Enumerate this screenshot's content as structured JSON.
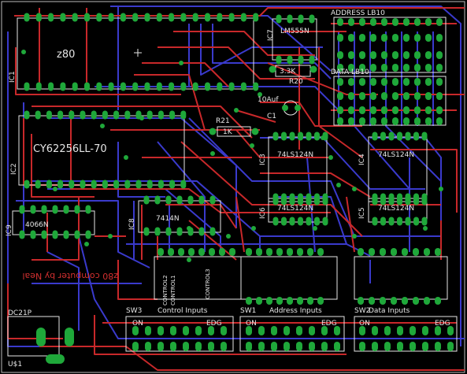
{
  "colors": {
    "top": "#c8282a",
    "bottom": "#3a3acc",
    "pad": "#1fa83a",
    "silk": "#e6e6e6",
    "board": "#000000"
  },
  "parts": {
    "ic1_name": "IC1",
    "ic1_value": "z80",
    "ic2_name": "IC2",
    "ic2_value": "CY62256LL-70",
    "ic9_name": "IC9",
    "ic9_value": "4066N",
    "ic8_name": "IC8",
    "ic8_value": "7414N",
    "ic7_name": "IC7",
    "ic7_value": "LM555N",
    "ic3_name": "IC3",
    "ic3_value": "74LS124N",
    "ic4_name": "IC4",
    "ic4_value": "74LS124N",
    "ic6_name": "IC6",
    "ic6_value": "74LS124N",
    "ic5_name": "IC5",
    "ic5_value": "74LS124N",
    "r20_name": "R20",
    "r20_value": "3.3K",
    "r21_name": "R21",
    "r21_value": "1K",
    "c1_name": "C1",
    "c1_value": "10Auf",
    "dc_name": "DC21P",
    "u_name": "U$1",
    "sw3": "SW3",
    "sw1": "SW1",
    "sw2": "SW2"
  },
  "labels": {
    "address_leds": "ADDRESS LB10",
    "data_leds": "DATA    LB10",
    "control_inputs": "Control Inputs",
    "address_inputs": "Address Inputs",
    "data_inputs": "Data Inputs",
    "on": "ON",
    "edg": "EDG",
    "credit": "z80 computer by Neal",
    "control1": "CONTROL1",
    "control2": "CONTROL2",
    "control3": "CONTROL3"
  }
}
